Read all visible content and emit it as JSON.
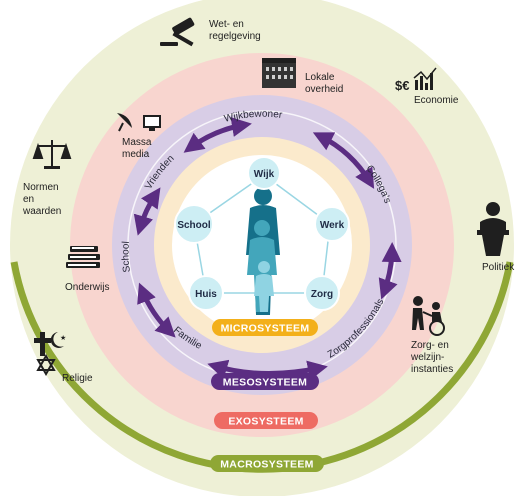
{
  "colors": {
    "macro": "#eef0d6",
    "macro_edge": "#8fa735",
    "exo": "#f8d5cf",
    "meso": "#d8cde6",
    "micro": "#fbeacc",
    "micro_badge": "#f3b01a",
    "meso_badge": "#5b2d82",
    "exo_badge": "#ee6b63",
    "macro_badge": "#8fa735",
    "arrow": "#5b2d82",
    "node_fill": "#cdeef4",
    "figures": "#1f8aa0"
  },
  "labels": {
    "micro": "MICROSYSTEEM",
    "meso": "MESOSYSTEEM",
    "exo": "EXOSYSTEEM",
    "macro": "MACROSYSTEEM"
  },
  "micro_nodes": {
    "wijk": "Wijk",
    "school": "School",
    "werk": "Werk",
    "huis": "Huis",
    "zorg": "Zorg"
  },
  "meso_labels": {
    "wijkbewoner": "Wijkbewoner",
    "vrienden": "Vrienden",
    "collegas": "Collega's",
    "school": "School",
    "familie": "Familie",
    "zorgprofessionals": "Zorgprofessionals"
  },
  "outer": {
    "wet_1": "Wet- en",
    "wet_2": "regelgeving",
    "lokale_1": "Lokale",
    "lokale_2": "overheid",
    "economie": "Economie",
    "massa_1": "Massa",
    "massa_2": "media",
    "normen_1": "Normen",
    "normen_2": "en",
    "normen_3": "waarden",
    "politiek": "Politiek",
    "onderwijs": "Onderwijs",
    "zorginst_1": "Zorg- en",
    "zorginst_2": "welzijn-",
    "zorginst_3": "instanties",
    "religie": "Religie"
  },
  "icons": [
    "gavel-icon",
    "government-building-icon",
    "economy-icon",
    "satellite-dish-icon",
    "computer-monitor-icon",
    "scales-icon",
    "politician-icon",
    "books-icon",
    "caregiver-wheelchair-icon",
    "religion-symbols-icon"
  ]
}
